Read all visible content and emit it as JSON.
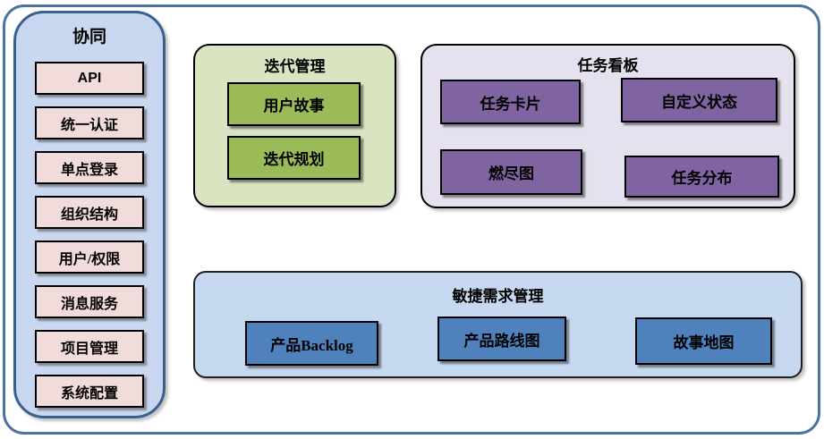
{
  "colors": {
    "outer_border": "#4a72a3",
    "sidebar_fill": "#c9d8f0",
    "sidebar_border": "#38618f",
    "pink_item": "#f2dcdb",
    "green_panel": "#d9e5c1",
    "green_item": "#9bbb59",
    "purple_panel": "#e6e1ee",
    "purple_item": "#8064a2",
    "blue_panel": "#c6d9f1",
    "blue_item": "#4f81bd",
    "node_border": "#000000",
    "text": "#000000"
  },
  "sidebar": {
    "title": "协同",
    "items": [
      "API",
      "统一认证",
      "单点登录",
      "组织结构",
      "用户/权限",
      "消息服务",
      "项目管理",
      "系统配置"
    ]
  },
  "panels": {
    "iteration": {
      "title": "迭代管理",
      "items": [
        "用户故事",
        "迭代规划"
      ]
    },
    "kanban": {
      "title": "任务看板",
      "items": [
        "任务卡片",
        "自定义状态",
        "燃尽图",
        "任务分布"
      ]
    },
    "agile": {
      "title": "敏捷需求管理",
      "items": [
        "产品Backlog",
        "产品路线图",
        "故事地图"
      ]
    }
  }
}
